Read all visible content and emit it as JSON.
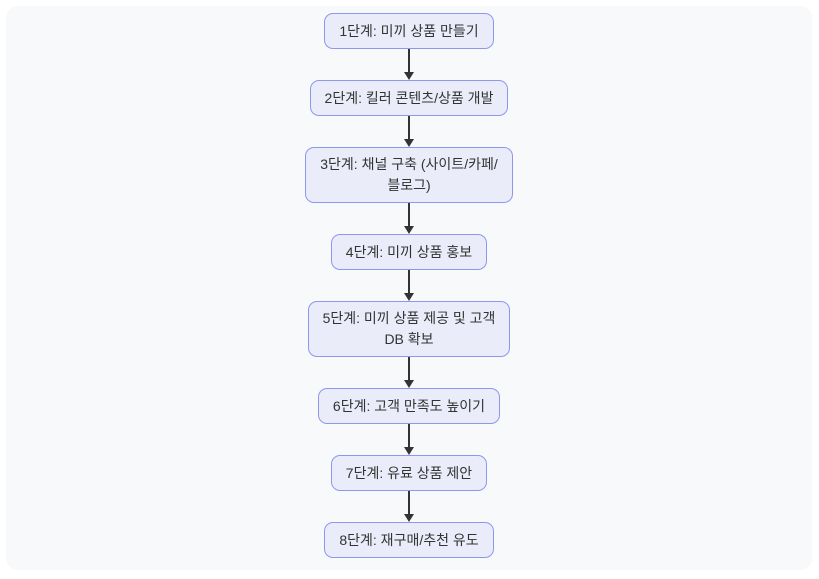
{
  "diagram": {
    "type": "flowchart",
    "direction": "top-down",
    "title": "",
    "colors": {
      "page_background": "#ffffff",
      "canvas_background": "#f8f9fb",
      "node_fill": "#eaecfa",
      "node_border": "#8e97ee",
      "node_text": "#333333",
      "arrow": "#333333"
    },
    "nodes": [
      {
        "id": "step1",
        "label": "1단계: 미끼 상품 만들기"
      },
      {
        "id": "step2",
        "label": "2단계: 킬러 콘텐츠/상품 개발"
      },
      {
        "id": "step3",
        "label": "3단계: 채널 구축 (사이트/카페/\n블로그)"
      },
      {
        "id": "step4",
        "label": "4단계: 미끼 상품 홍보"
      },
      {
        "id": "step5",
        "label": "5단계: 미끼 상품 제공 및 고객\nDB 확보"
      },
      {
        "id": "step6",
        "label": "6단계: 고객 만족도 높이기"
      },
      {
        "id": "step7",
        "label": "7단계: 유료 상품 제안"
      },
      {
        "id": "step8",
        "label": "8단계: 재구매/추천 유도"
      }
    ],
    "edges": [
      {
        "from": "step1",
        "to": "step2"
      },
      {
        "from": "step2",
        "to": "step3"
      },
      {
        "from": "step3",
        "to": "step4"
      },
      {
        "from": "step4",
        "to": "step5"
      },
      {
        "from": "step5",
        "to": "step6"
      },
      {
        "from": "step6",
        "to": "step7"
      },
      {
        "from": "step7",
        "to": "step8"
      }
    ]
  }
}
